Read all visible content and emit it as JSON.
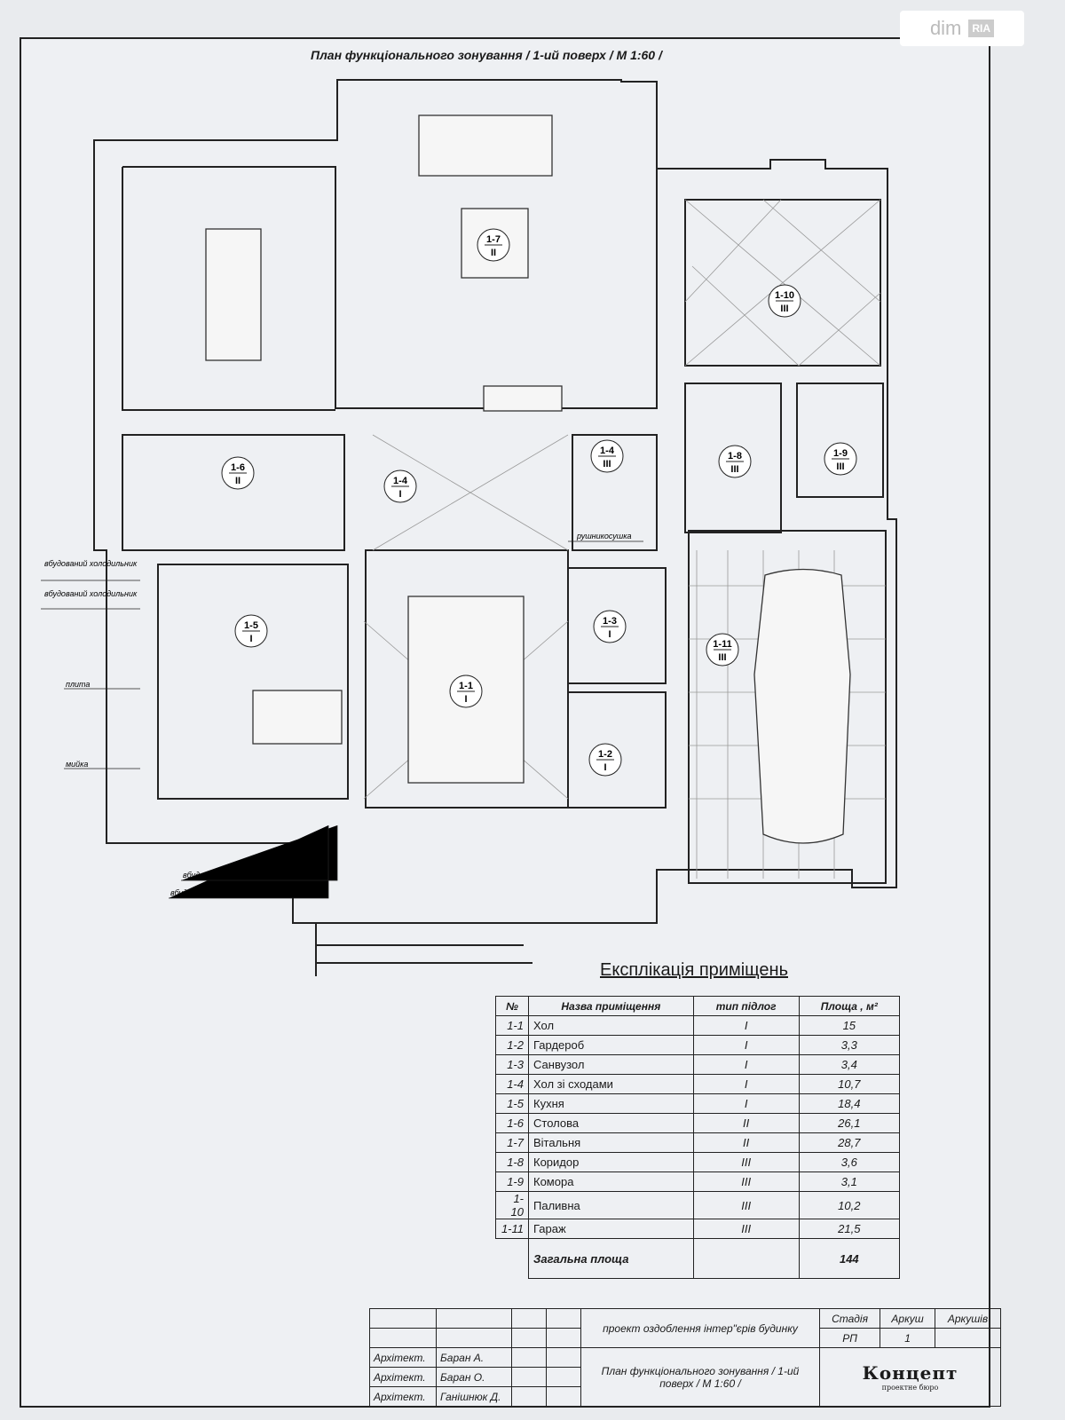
{
  "watermark": {
    "brand": "dim",
    "sub": "RIA"
  },
  "title": "План функціонального зонування / 1-ий поверх / М 1:60 /",
  "rooms": [
    {
      "id": "1-7",
      "floor": "II"
    },
    {
      "id": "1-10",
      "floor": "III"
    },
    {
      "id": "1-6",
      "floor": "II"
    },
    {
      "id": "1-4",
      "floor": "I"
    },
    {
      "id": "1-4",
      "floor": "III"
    },
    {
      "id": "1-8",
      "floor": "III"
    },
    {
      "id": "1-9",
      "floor": "III"
    },
    {
      "id": "1-5",
      "floor": "I"
    },
    {
      "id": "1-3",
      "floor": "I"
    },
    {
      "id": "1-11",
      "floor": "III"
    },
    {
      "id": "1-1",
      "floor": "I"
    },
    {
      "id": "1-2",
      "floor": "I"
    }
  ],
  "annotations": {
    "fridge1": "вбудований холодильник",
    "fridge2": "вбудований холодильник",
    "stove": "плита",
    "sink": "мийка",
    "towel": "рушникосушка",
    "oven": "вбудована в пенал духовка",
    "steamer": "вбудована в пенал пароварка"
  },
  "explication": {
    "heading": "Експлікація приміщень",
    "headers": [
      "№",
      "Назва приміщення",
      "тип підлог",
      "Площа , м²"
    ],
    "rows": [
      [
        "1-1",
        "Хол",
        "I",
        "15"
      ],
      [
        "1-2",
        "Гардероб",
        "I",
        "3,3"
      ],
      [
        "1-3",
        "Санвузол",
        "I",
        "3,4"
      ],
      [
        "1-4",
        "Хол зі сходами",
        "I",
        "10,7"
      ],
      [
        "1-5",
        "Кухня",
        "I",
        "18,4"
      ],
      [
        "1-6",
        "Столова",
        "II",
        "26,1"
      ],
      [
        "1-7",
        "Вітальня",
        "II",
        "28,7"
      ],
      [
        "1-8",
        "Коридор",
        "III",
        "3,6"
      ],
      [
        "1-9",
        "Комора",
        "III",
        "3,1"
      ],
      [
        "1-10",
        "Паливна",
        "III",
        "10,2"
      ],
      [
        "1-11",
        "Гараж",
        "III",
        "21,5"
      ]
    ],
    "total_label": "Загальна площа",
    "total_value": "144"
  },
  "titleblock": {
    "project": "проект оздоблення інтер\"єрів будинку",
    "stage_h": "Стадія",
    "sheet_h": "Аркуш",
    "sheets_h": "Аркушів",
    "stage": "РП",
    "sheet": "1",
    "drawing": "План функціонального зонування / 1-ий поверх / М 1:60 /",
    "role": "Архітект.",
    "people": [
      "Баран А.",
      "Баран О.",
      "Ганішнюк Д."
    ],
    "logo": "Концепт",
    "logo_sub": "проектне бюро"
  }
}
